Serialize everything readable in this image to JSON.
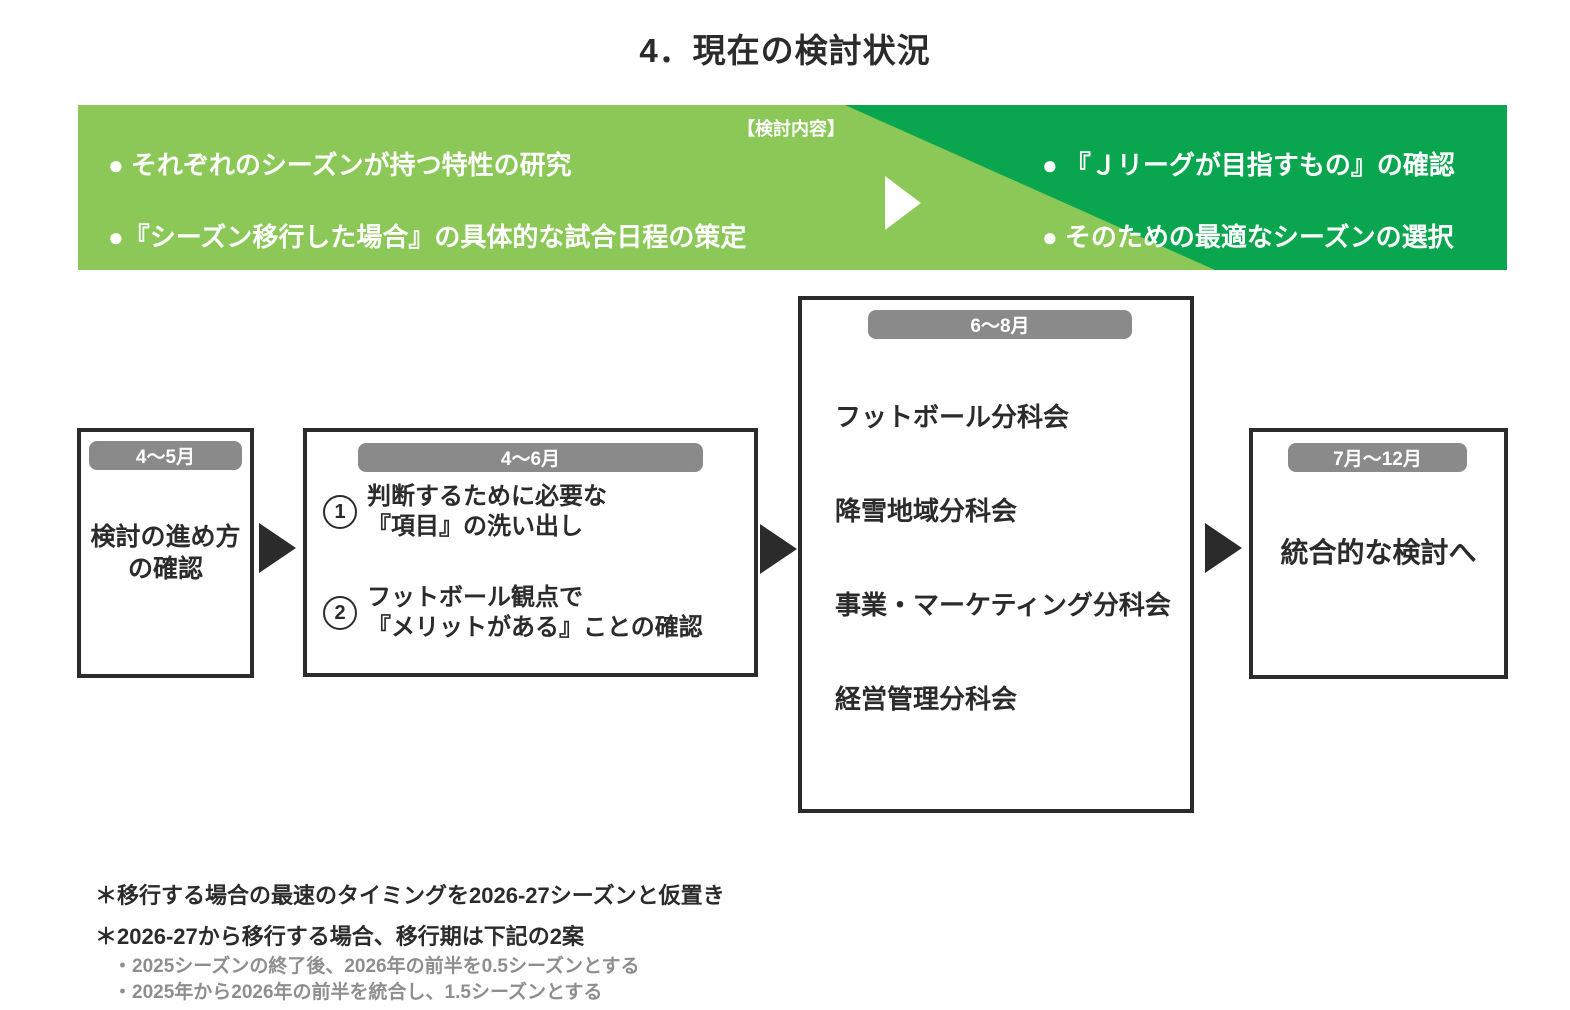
{
  "title": "4．現在の検討状況",
  "colors": {
    "light_green": "#8CC857",
    "dark_green": "#0AA64F",
    "badge_gray": "#8A8A8A",
    "ink": "#2B2B2B",
    "note_gray": "#8E8E8E"
  },
  "banner": {
    "label": "【検討内容】",
    "left_items": [
      "● それぞれのシーズンが持つ特性の研究",
      "●『シーズン移行した場合』の具体的な試合日程の策定"
    ],
    "right_items": [
      "● 『Ｊリーグが目指すもの』の確認",
      "● そのための最適なシーズンの選択"
    ]
  },
  "flow": {
    "box1": {
      "period": "4〜5月",
      "line1": "検討の進め方",
      "line2": "の確認"
    },
    "box2": {
      "period": "4〜6月",
      "item1": {
        "num": "1",
        "line1": "判断するために必要な",
        "line2": "『項目』の洗い出し"
      },
      "item2": {
        "num": "2",
        "line1": "フットボール観点で",
        "line2": "『メリットがある』ことの確認"
      }
    },
    "box3": {
      "period": "6〜8月",
      "items": [
        "フットボール分科会",
        "降雪地域分科会",
        "事業・マーケティング分科会",
        "経営管理分科会"
      ]
    },
    "box4": {
      "period": "7月～12月",
      "text": "統合的な検討へ"
    }
  },
  "footnotes": {
    "note1": "＊移行する場合の最速のタイミングを2026-27シーズンと仮置き",
    "note2": "＊2026-27から移行する場合、移行期は下記の2案",
    "sub1": "・2025シーズンの終了後、2026年の前半を0.5シーズンとする",
    "sub2": "・2025年から2026年の前半を統合し、1.5シーズンとする"
  }
}
